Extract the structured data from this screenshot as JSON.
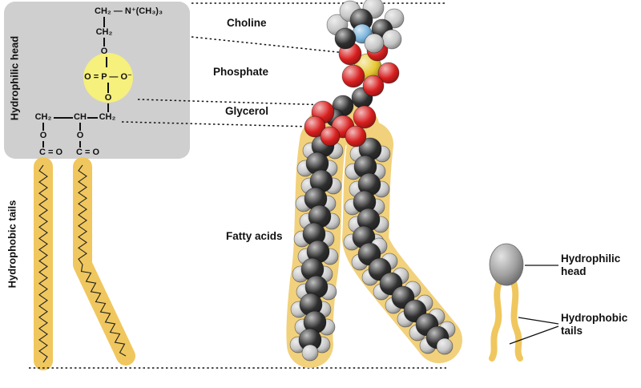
{
  "labels": {
    "hydrophilic_head_side": "Hydrophilic head",
    "hydrophobic_tails_side": "Hydrophobic tails",
    "choline": "Choline",
    "phosphate": "Phosphate",
    "glycerol": "Glycerol",
    "fatty_acids": "Fatty acids",
    "icon_head_line1": "Hydrophilic",
    "icon_head_line2": "head",
    "icon_tails_line1": "Hydrophobic",
    "icon_tails_line2": "tails"
  },
  "formula": {
    "choline_row": "CH₂ — N⁺(CH₃)₃",
    "ch2": "CH₂",
    "o_above_p": "O",
    "phosphate_row": "O = P — O⁻",
    "o_below_p": "O",
    "glycerol_ch2_left": "CH₂",
    "glycerol_ch": "CH",
    "glycerol_ch2_right": "CH₂",
    "o_ester_left": "O",
    "o_ester_mid": "O",
    "carbonyl_left": "C = O",
    "carbonyl_mid": "C = O"
  },
  "colors": {
    "head_box": "#cfcfcf",
    "phosphate_circle": "#f6f07c",
    "tail_band": "#f0c75e",
    "molecule_outline": "#f2d17c",
    "carbon": "#2e2e2e",
    "hydrogen": "#c6c6c6",
    "oxygen": "#d81e1e",
    "nitrogen": "#7ab4dc",
    "phosphorus": "#e6c832",
    "icon_head": "#a0a0a0",
    "icon_tail": "#f0c75e",
    "background": "#ffffff"
  }
}
